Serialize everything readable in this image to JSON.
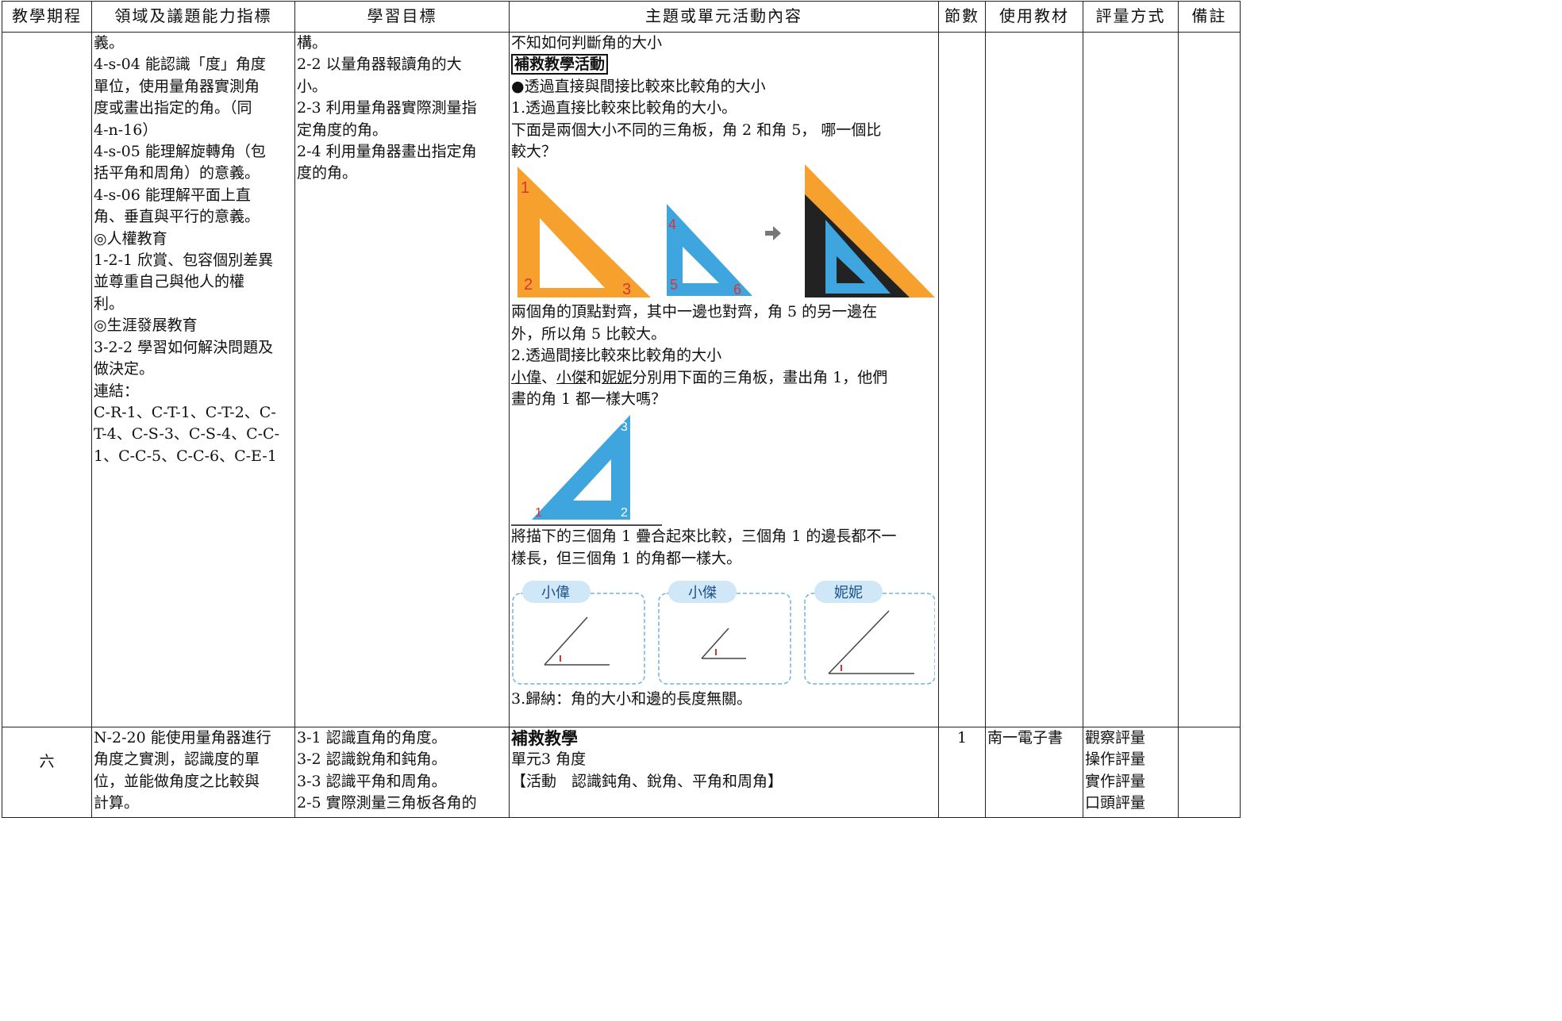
{
  "header": {
    "col1": "教學期程",
    "col2": "領域及議題能力指標",
    "col3": "學習目標",
    "col4": "主題或單元活動內容",
    "col5": "節數",
    "col6": "使用教材",
    "col7": "評量方式",
    "col8": "備註"
  },
  "row1": {
    "period": "",
    "indicators": [
      "義。",
      "4-s-04 能認識「度」角度",
      "單位，使用量角器實測角",
      "度或畫出指定的角。（同",
      "4-n-16）",
      "4-s-05 能理解旋轉角（包",
      "括平角和周角）的意義。",
      "4-s-06 能理解平面上直",
      "角、垂直與平行的意義。",
      "◎人權教育",
      "1-2-1 欣賞、包容個別差異",
      "並尊重自己與他人的權",
      "利。",
      "◎生涯發展教育",
      "3-2-2 學習如何解決問題及",
      "做決定。",
      "連結：",
      "C-R-1、C-T-1、C-T-2、C-",
      "T-4、C-S-3、C-S-4、C-C-",
      "1、C-C-5、C-C-6、C-E-1"
    ],
    "goals": [
      "構。",
      "2-2 以量角器報讀角的大",
      "小。",
      "2-3 利用量角器實際測量指",
      "定角度的角。",
      "2-4 利用量角器畫出指定角",
      "度的角。"
    ],
    "content": {
      "line1": "不知如何判斷角的大小",
      "remedial_title": "補救教學活動",
      "line3": "●透過直接與間接比較來比較角的大小",
      "line4": "1.透過直接比較來比較角的大小。",
      "line5": "下面是兩個大小不同的三角板，角 2 和角 5， 哪一個比",
      "line6": "較大？",
      "line7": "兩個角的頂點對齊，其中一邊也對齊，角 5 的另一邊在",
      "line8": "外，所以角 5 比較大。",
      "line9": "2.透過間接比較來比較角的大小",
      "names": [
        "小偉",
        "小傑",
        "妮妮"
      ],
      "sep1": "、",
      "sep2": "和",
      "line10_rest": "分別用下面的三角板，畫出角 1，他們",
      "line11": "畫的角 1 都一樣大嗎？",
      "line12": "將描下的三個角 1 疊合起來比較，三個角 1 的邊長都不一",
      "line13": "樣長，但三個角 1 的角都一樣大。",
      "line14": "3.歸納：角的大小和邊的長度無關。",
      "fig1_labels": [
        "1",
        "2",
        "3",
        "4",
        "5",
        "6"
      ],
      "fig2_labels": [
        "3",
        "1",
        "2"
      ],
      "fig3_names": [
        "小偉",
        "小傑",
        "妮妮"
      ]
    },
    "sessions": "",
    "material": "",
    "assessment": "",
    "notes": ""
  },
  "row2": {
    "period": "六",
    "indicators": [
      "N-2-20 能使用量角器進行",
      "角度之實測，認識度的單",
      "位，並能做角度之比較與",
      "計算。"
    ],
    "goals": [
      "3-1 認識直角的角度。",
      "3-2 認識銳角和鈍角。",
      "3-3 認識平角和周角。",
      "2-5 實際測量三角板各角的"
    ],
    "content": {
      "title": "補救教學",
      "unit": "單元3 角度",
      "activity": "【活動　認識鈍角、銳角、平角和周角】"
    },
    "sessions": "1",
    "material": "南一電子書",
    "assessment": [
      "觀察評量",
      "操作評量",
      "實作評量",
      "口頭評量"
    ],
    "notes": ""
  },
  "colors": {
    "orange": "#F6A12E",
    "blue": "#3EA5DF",
    "dark": "#222222",
    "red": "#D9343A",
    "name_bg": "#CFE7F6",
    "dash": "#6DB3E0"
  }
}
